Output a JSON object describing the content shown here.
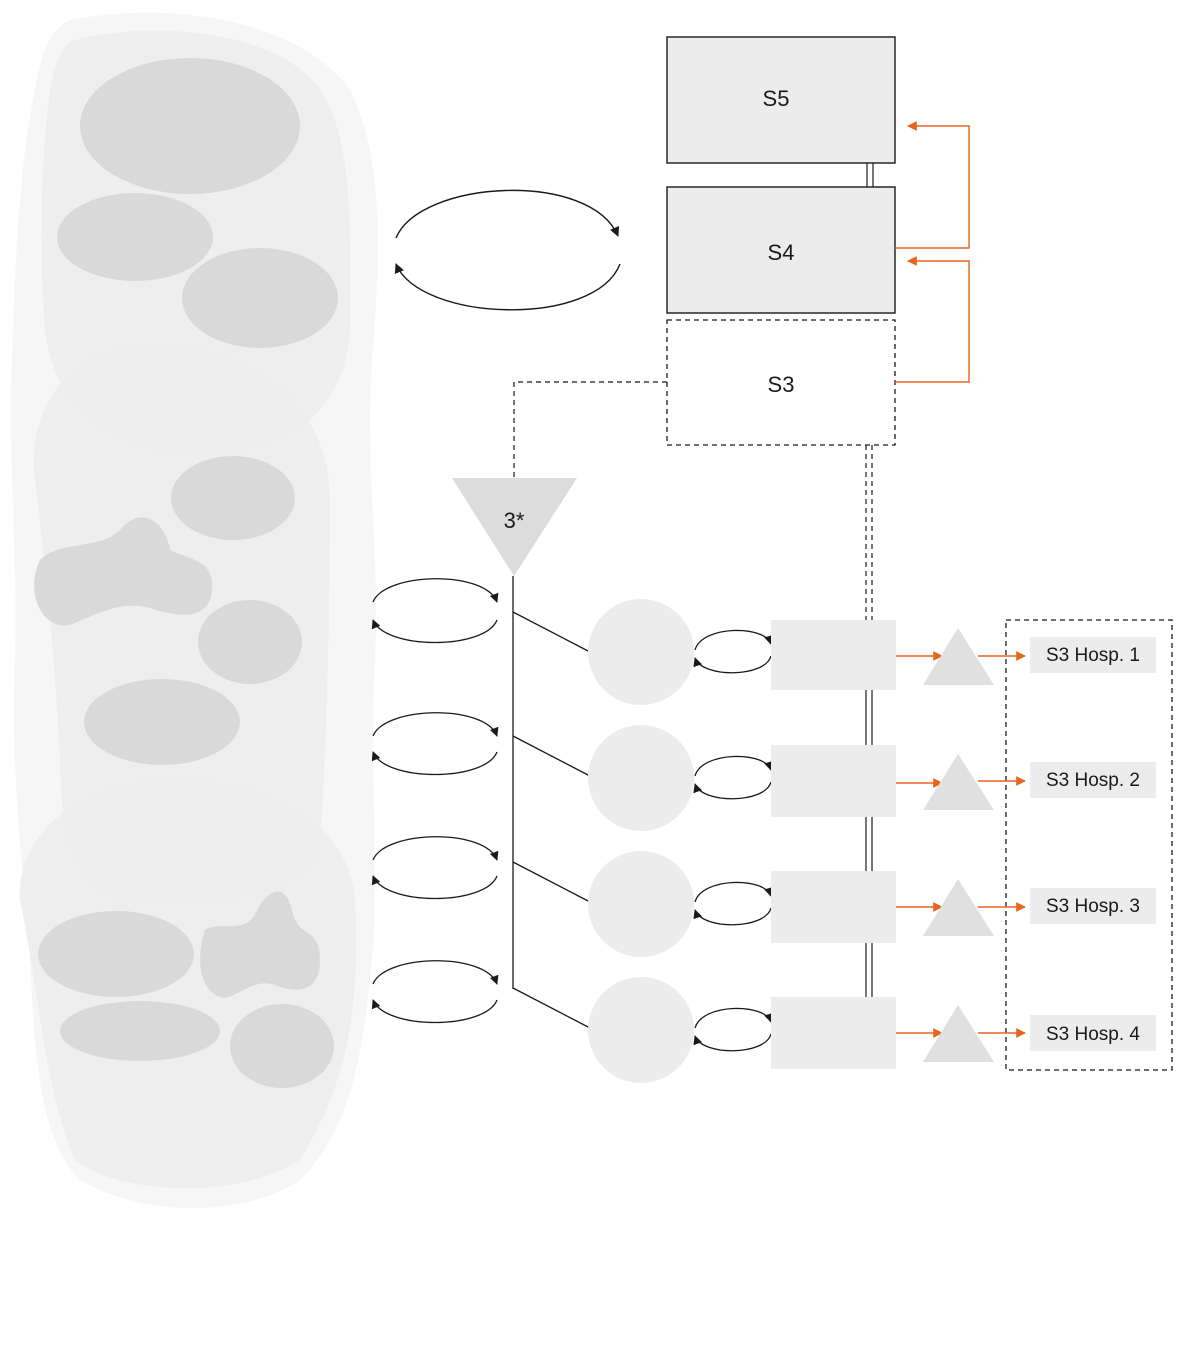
{
  "system": {
    "s5": "S5",
    "s4": "S4",
    "s3": "S3",
    "s3_star": "3*"
  },
  "hospitals": [
    {
      "label": "S3 Hosp. 1"
    },
    {
      "label": "S3 Hosp. 2"
    },
    {
      "label": "S3 Hosp. 3"
    },
    {
      "label": "S3 Hosp. 4"
    }
  ],
  "colors": {
    "accent": "#e8641e",
    "box_fill": "#ececec",
    "env_outer": "#f6f6f6",
    "env_blob": "#d9d9d9",
    "line": "#1a1a1a"
  }
}
